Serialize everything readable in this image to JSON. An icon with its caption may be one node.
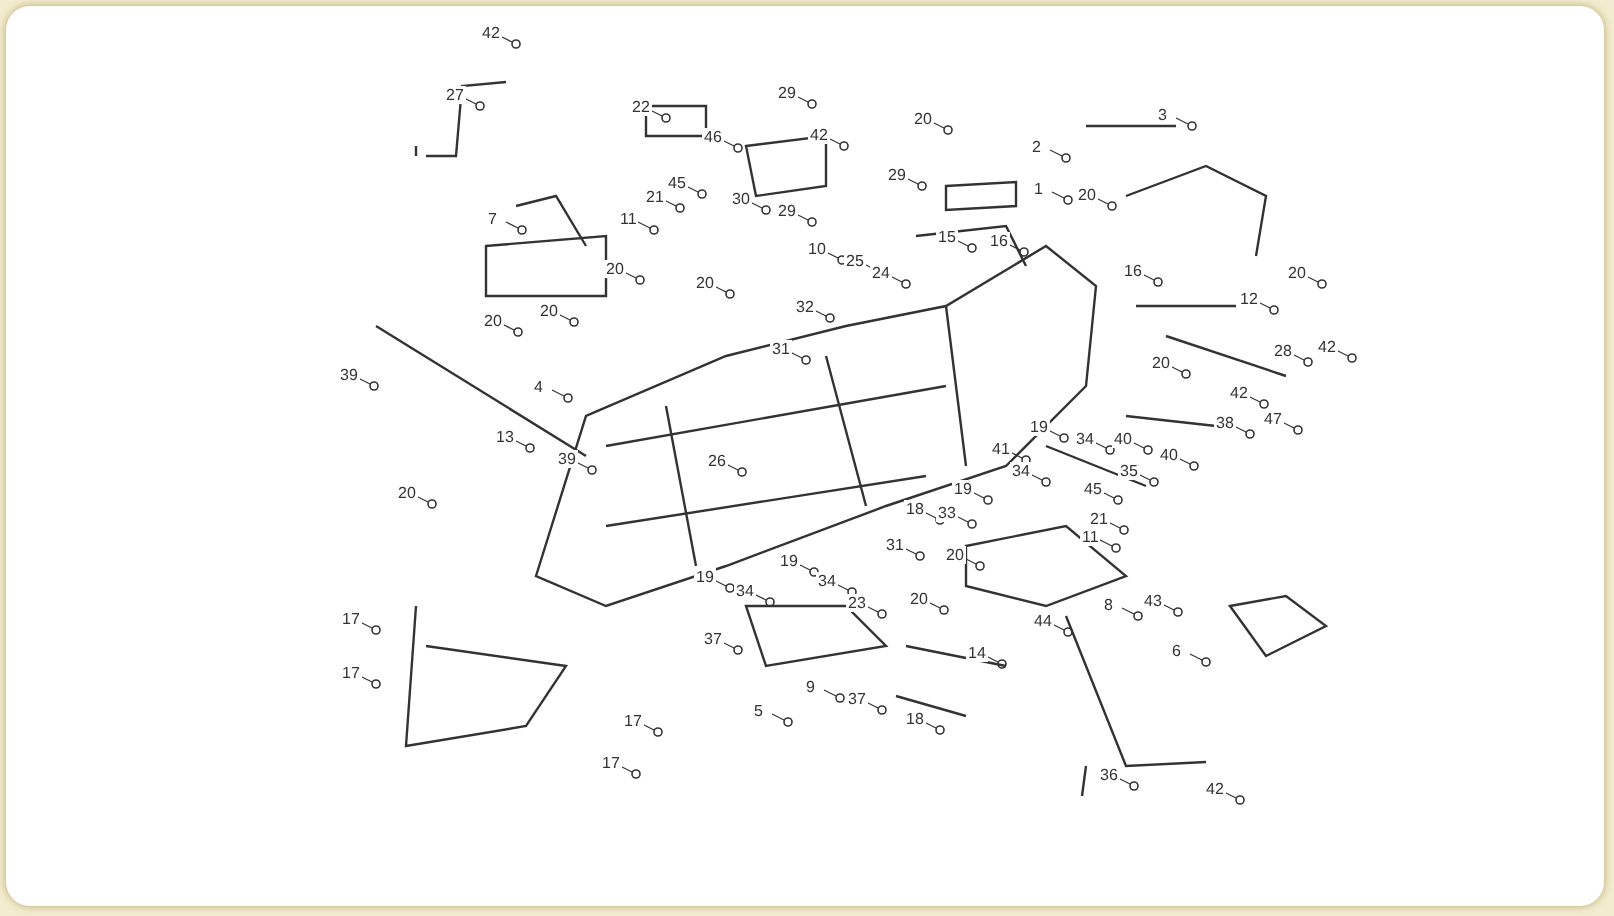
{
  "diagram": {
    "labels": [
      "42",
      "27",
      "22",
      "46",
      "29",
      "42",
      "20",
      "2",
      "3",
      "45",
      "29",
      "1",
      "30",
      "29",
      "21",
      "7",
      "11",
      "20",
      "20",
      "15",
      "16",
      "16",
      "10",
      "25",
      "24",
      "20",
      "32",
      "20",
      "20",
      "20",
      "12",
      "42",
      "20",
      "28",
      "42",
      "31",
      "39",
      "4",
      "38",
      "47",
      "19",
      "34",
      "40",
      "40",
      "35",
      "13",
      "39",
      "41",
      "34",
      "19",
      "26",
      "20",
      "45",
      "18",
      "33",
      "21",
      "11",
      "31",
      "20",
      "19",
      "19",
      "34",
      "34",
      "23",
      "20",
      "8",
      "43",
      "44",
      "6",
      "17",
      "37",
      "14",
      "17",
      "9",
      "37",
      "5",
      "17",
      "18",
      "17",
      "36",
      "42"
    ]
  }
}
